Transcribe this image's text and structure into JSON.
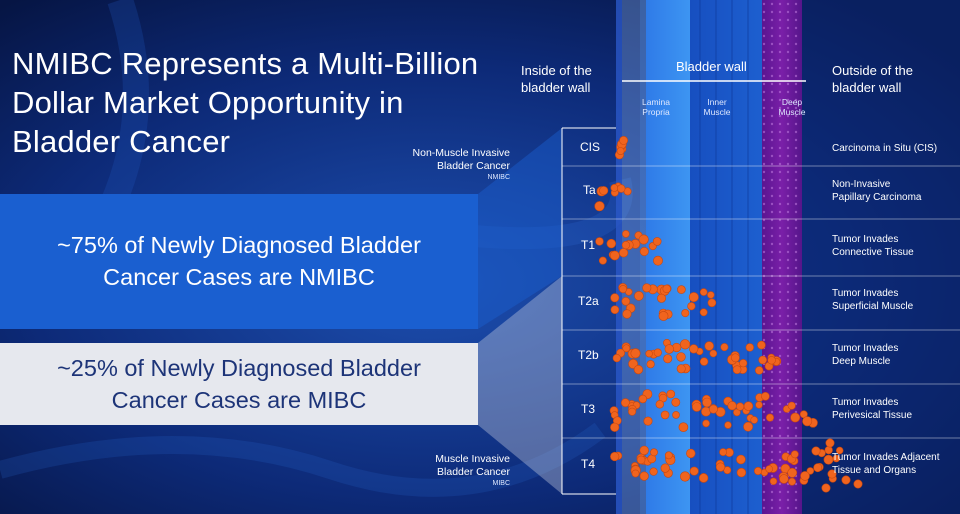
{
  "slide": {
    "title_lines": [
      "NMIBC Represents a Multi-Billion",
      "Dollar Market Opportunity in",
      "Bladder Cancer"
    ],
    "nmibc_callout": [
      "~75% of Newly Diagnosed Bladder",
      "Cancer Cases are NMIBC"
    ],
    "mibc_callout": [
      "~25% of Newly Diagnosed Bladder",
      "Cancer Cases are MIBC"
    ]
  },
  "diagram": {
    "inside_label": [
      "Inside of the",
      "bladder wall"
    ],
    "wall_label": "Bladder wall",
    "outside_label": [
      "Outside of the",
      "bladder wall"
    ],
    "layers": [
      [
        "Lamina",
        "Propria"
      ],
      [
        "Inner",
        "Muscle"
      ],
      [
        "Deep",
        "Muscle"
      ]
    ],
    "nmibc_category": [
      "Non-Muscle Invasive",
      "Bladder Cancer"
    ],
    "nmibc_abbr": "NMIBC",
    "mibc_category": [
      "Muscle Invasive",
      "Bladder Cancer"
    ],
    "mibc_abbr": "MIBC",
    "stages": [
      {
        "code": "CIS",
        "desc": [
          "Carcinoma in Situ (CIS)"
        ]
      },
      {
        "code": "Ta",
        "desc": [
          "Non-Invasive",
          "Papillary Carcinoma"
        ]
      },
      {
        "code": "T1",
        "desc": [
          "Tumor Invades",
          "Connective Tissue"
        ]
      },
      {
        "code": "T2a",
        "desc": [
          "Tumor Invades",
          "Superficial Muscle"
        ]
      },
      {
        "code": "T2b",
        "desc": [
          "Tumor Invades",
          "Deep Muscle"
        ]
      },
      {
        "code": "T3",
        "desc": [
          "Tumor Invades",
          "Perivesical Tissue"
        ]
      },
      {
        "code": "T4",
        "desc": [
          "Tumor Invades Adjacent",
          "Tissue and Organs"
        ]
      }
    ]
  },
  "colors": {
    "background": "#0a1f5c",
    "nmibc_callout": "#1a5fd0",
    "mibc_callout": "#e6e8ee",
    "mibc_text": "#1d3478",
    "tumor": "#f0641e",
    "deep_muscle": "#7a1fa8"
  }
}
